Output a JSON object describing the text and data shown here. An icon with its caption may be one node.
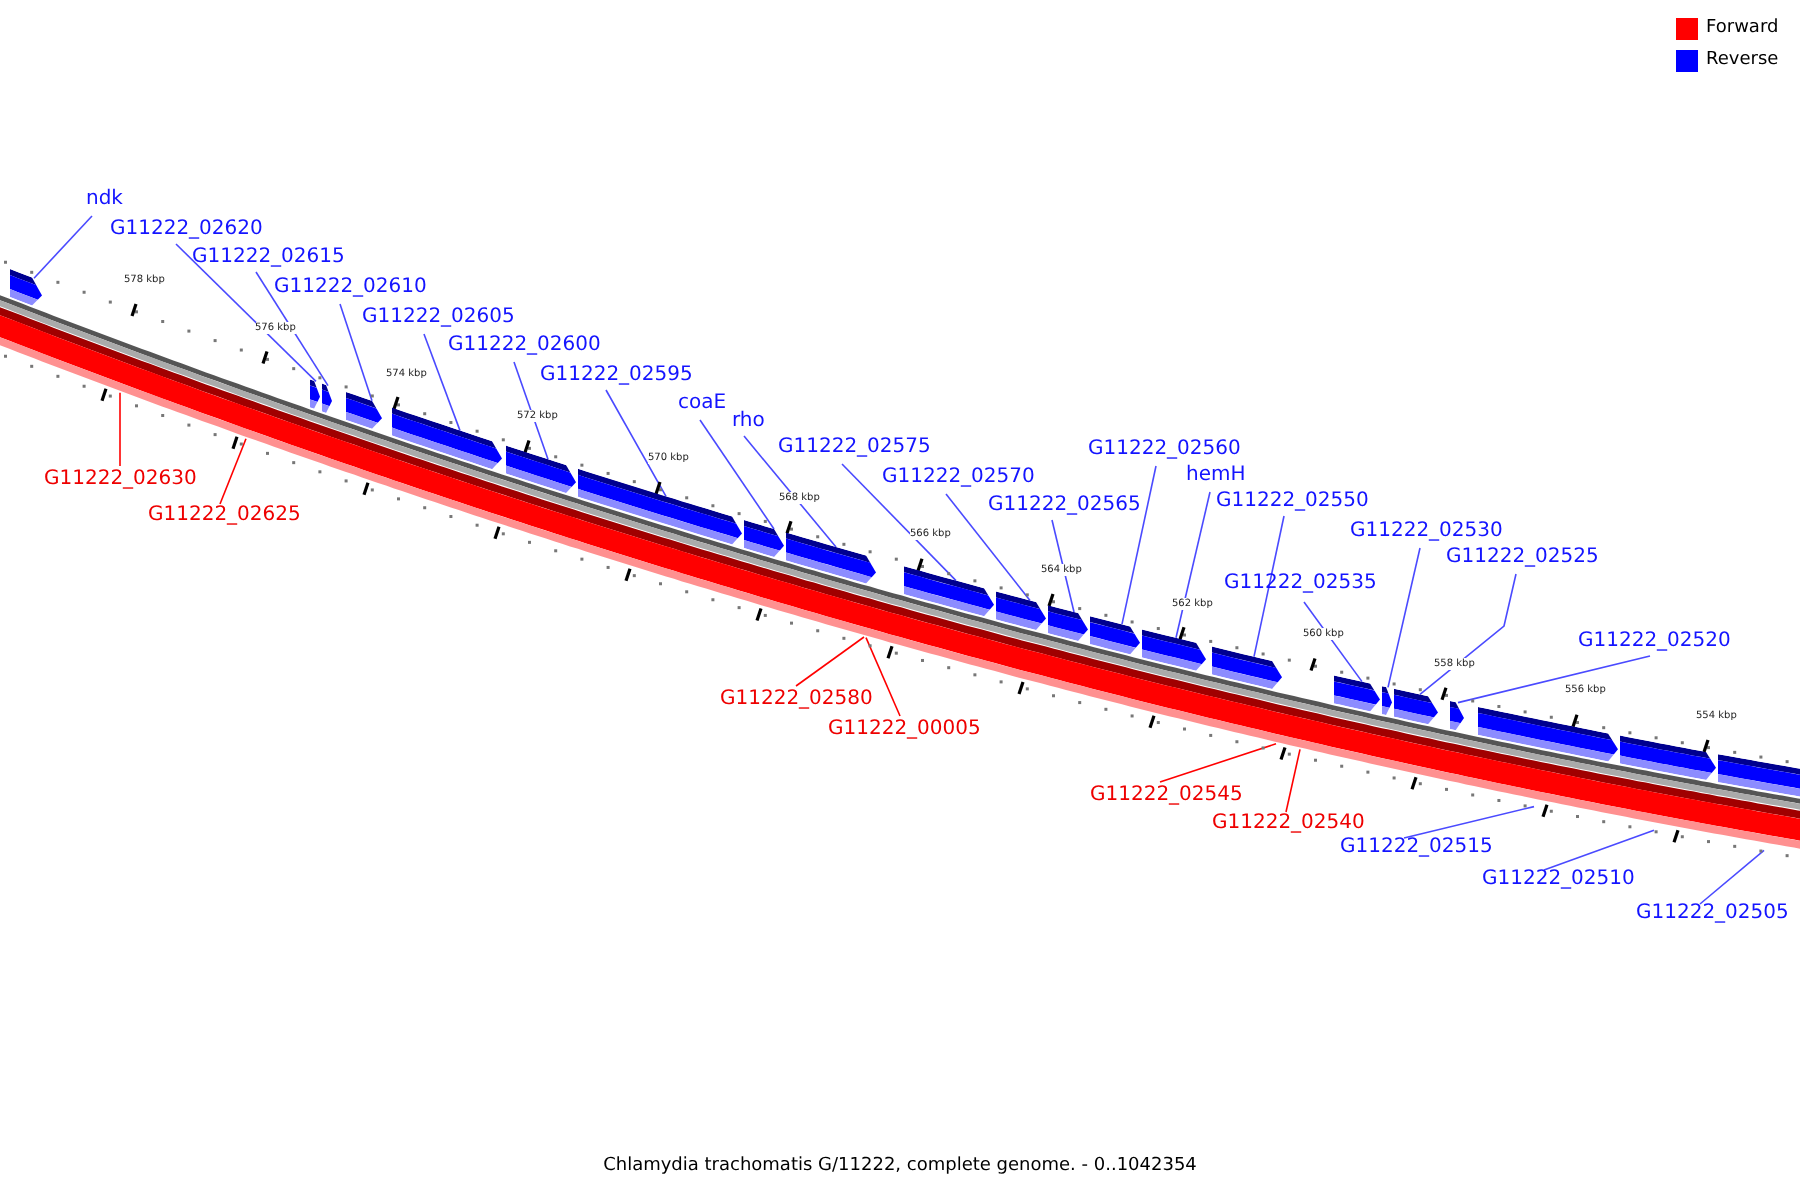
{
  "diagram": {
    "caption": "Chlamydia trachomatis G/11222, complete genome. - 0..1042354",
    "nodes": [
      {
        "text": [
          "ndk"
        ]
      },
      {
        "text": [
          "G11222_02620"
        ]
      },
      {
        "text": [
          "G11222_02615"
        ]
      },
      {
        "text": [
          "G11222_02610"
        ]
      },
      {
        "text": [
          "G11222_02605"
        ]
      },
      {
        "text": [
          "G11222_02600"
        ]
      },
      {
        "text": [
          "G11222_02595"
        ]
      },
      {
        "text": [
          "coaE"
        ]
      },
      {
        "text": [
          "rho"
        ]
      },
      {
        "text": [
          "G11222_02575"
        ]
      },
      {
        "text": [
          "G11222_02560"
        ]
      },
      {
        "text": [
          "G11222_02570"
        ]
      },
      {
        "text": [
          "hemH"
        ]
      },
      {
        "text": [
          "G11222_02565"
        ]
      },
      {
        "text": [
          "G11222_02550"
        ]
      },
      {
        "text": [
          "G11222_02630"
        ]
      },
      {
        "text": [
          "G11222_02625"
        ]
      },
      {
        "text": [
          "G11222_02530"
        ]
      },
      {
        "text": [
          "G11222_02525"
        ]
      },
      {
        "text": [
          "G11222_02535"
        ]
      },
      {
        "text": [
          "G11222_02520"
        ]
      },
      {
        "text": [
          "G11222_02580"
        ]
      },
      {
        "text": [
          "G11222_00005"
        ]
      },
      {
        "text": [
          "G11222_02545"
        ]
      },
      {
        "text": [
          "G11222_02540"
        ]
      },
      {
        "text": [
          "G11222_02515"
        ]
      },
      {
        "text": [
          "G11222_02510"
        ]
      },
      {
        "text": [
          "G11222_02505"
        ]
      },
      {
        "text": [],
        "shape": "bar"
      },
      {
        "text": [],
        "shape": "bar"
      },
      {
        "text": [],
        "shape": "bar"
      },
      {
        "text": [],
        "shape": "bar"
      },
      {
        "text": [],
        "shape": "bar"
      },
      {
        "text": [],
        "shape": "bar"
      },
      {
        "text": [],
        "shape": "bar"
      },
      {
        "text": [],
        "shape": "bar"
      },
      {
        "text": [],
        "shape": "bar"
      },
      {
        "text": [],
        "shape": "bar"
      },
      {
        "text": [],
        "shape": "bar"
      },
      {
        "text": [],
        "shape": "bar"
      },
      {
        "text": [],
        "shape": "bar"
      },
      {
        "text": [],
        "shape": "bar"
      },
      {
        "text": [],
        "shape": "bar"
      },
      {
        "text": [],
        "shape": "bar"
      },
      {
        "text": [],
        "shape": "bar"
      },
      {
        "text": [],
        "shape": "bar"
      },
      {
        "text": [],
        "shape": "bar"
      },
      {
        "text": [],
        "shape": "bar"
      },
      {
        "text": [],
        "shape": "bar"
      },
      {
        "text": [],
        "shape": "bar"
      }
    ],
    "edges": [
      {
        "from": 0,
        "to": 28,
        "arrow": "none"
      },
      {
        "from": 1,
        "to": 29,
        "arrow": "none"
      },
      {
        "from": 2,
        "to": 30,
        "arrow": "none"
      },
      {
        "from": 3,
        "to": 31,
        "arrow": "none"
      },
      {
        "from": 4,
        "to": 32,
        "arrow": "none"
      },
      {
        "from": 5,
        "to": 33,
        "arrow": "none"
      },
      {
        "from": 6,
        "to": 34,
        "arrow": "none"
      },
      {
        "from": 7,
        "to": 35,
        "arrow": "none"
      },
      {
        "from": 8,
        "to": 36,
        "arrow": "none"
      },
      {
        "from": 9,
        "to": 37,
        "arrow": "none"
      },
      {
        "from": 10,
        "to": 40,
        "arrow": "none"
      },
      {
        "from": 11,
        "to": 38,
        "arrow": "none"
      },
      {
        "from": 12,
        "to": 41,
        "arrow": "none"
      },
      {
        "from": 13,
        "to": 39,
        "arrow": "none"
      },
      {
        "from": 14,
        "to": 42,
        "arrow": "none"
      },
      {
        "from": 15,
        "to": null,
        "arrow": "none",
        "color": "#ff0000"
      },
      {
        "from": 16,
        "to": null,
        "arrow": "none",
        "color": "#ff0000"
      },
      {
        "from": 17,
        "to": 44,
        "arrow": "none"
      },
      {
        "from": 18,
        "to": 45,
        "arrow": "none"
      },
      {
        "from": 19,
        "to": 43,
        "arrow": "none"
      },
      {
        "from": 20,
        "to": 46,
        "arrow": "none"
      },
      {
        "from": 21,
        "to": null,
        "arrow": "none",
        "color": "#ff0000"
      },
      {
        "from": 22,
        "to": null,
        "arrow": "none",
        "color": "#ff0000"
      },
      {
        "from": 23,
        "to": null,
        "arrow": "none",
        "color": "#ff0000"
      },
      {
        "from": 24,
        "to": null,
        "arrow": "none",
        "color": "#ff0000"
      },
      {
        "from": 25,
        "to": null,
        "arrow": "none"
      },
      {
        "from": 26,
        "to": null,
        "arrow": "none"
      },
      {
        "from": 27,
        "to": null,
        "arrow": "none"
      }
    ],
    "labels": [
      "578 kbp",
      "576 kbp",
      "574 kbp",
      "572 kbp",
      "570 kbp",
      "568 kbp",
      "566 kbp",
      "564 kbp",
      "562 kbp",
      "560 kbp",
      "558 kbp",
      "556 kbp",
      "554 kbp"
    ],
    "legend": [
      {
        "text": "Forward",
        "color": "#ff0000"
      },
      {
        "text": "Reverse",
        "color": "#0000ff"
      }
    ]
  }
}
